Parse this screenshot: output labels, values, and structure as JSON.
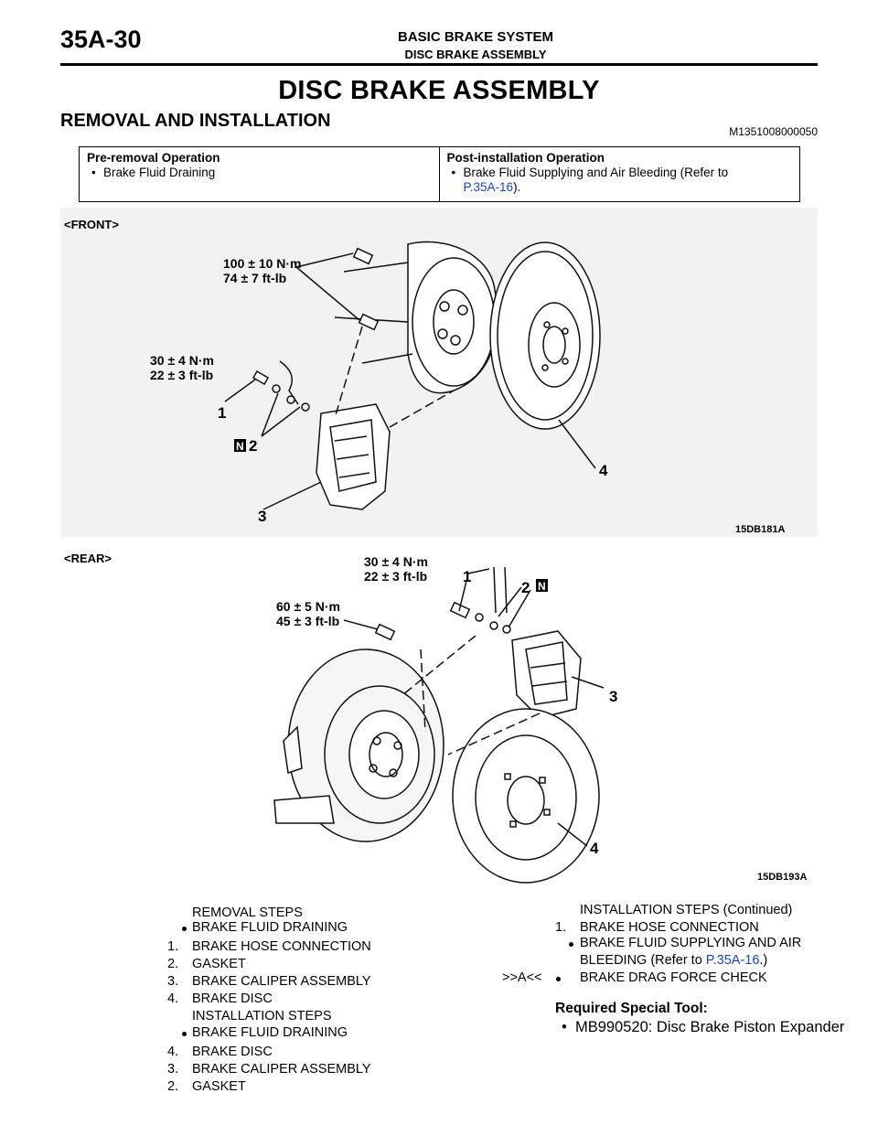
{
  "header": {
    "page_number": "35A-30",
    "system": "BASIC BRAKE SYSTEM",
    "subsection": "DISC BRAKE ASSEMBLY"
  },
  "title": "DISC BRAKE ASSEMBLY",
  "section": {
    "heading": "REMOVAL AND INSTALLATION",
    "code": "M1351008000050"
  },
  "operations": {
    "pre_heading": "Pre-removal Operation",
    "pre_item": "Brake Fluid Draining",
    "post_heading": "Post-installation Operation",
    "post_item_text_line1": "Brake Fluid Supplying and Air Bleeding (Refer to",
    "post_item_link": "P.35A-16",
    "post_item_end": ")."
  },
  "figure_front": {
    "caption": "<FRONT>",
    "torque_a_nm": "100 ± 10 N·m",
    "torque_a_ftlb": "74 ± 7 ft-lb",
    "torque_b_nm": "30 ± 4 N·m",
    "torque_b_ftlb": "22 ± 3 ft-lb",
    "callout_1": "1",
    "callout_2": "2",
    "callout_3": "3",
    "callout_4": "4",
    "n_mark": "N",
    "fig_id": "15DB181A"
  },
  "figure_rear": {
    "caption": "<REAR>",
    "torque_a_nm": "30 ± 4 N·m",
    "torque_a_ftlb": "22 ± 3 ft-lb",
    "torque_b_nm": "60 ± 5 N·m",
    "torque_b_ftlb": "45 ± 3 ft-lb",
    "callout_1": "1",
    "callout_2": "2",
    "callout_3": "3",
    "callout_4": "4",
    "n_mark": "N",
    "fig_id": "15DB193A"
  },
  "removal_steps": {
    "heading": "REMOVAL STEPS",
    "bullet_item": "BRAKE FLUID DRAINING",
    "items": [
      {
        "num": "1.",
        "label": "BRAKE HOSE CONNECTION"
      },
      {
        "num": "2.",
        "label": "GASKET"
      },
      {
        "num": "3.",
        "label": "BRAKE CALIPER ASSEMBLY"
      },
      {
        "num": "4.",
        "label": "BRAKE DISC"
      }
    ]
  },
  "installation_steps": {
    "heading": "INSTALLATION STEPS",
    "bullet_item": "BRAKE FLUID DRAINING",
    "items": [
      {
        "num": "4.",
        "label": "BRAKE DISC"
      },
      {
        "num": "3.",
        "label": "BRAKE CALIPER ASSEMBLY"
      },
      {
        "num": "2.",
        "label": "GASKET"
      }
    ]
  },
  "installation_continued": {
    "heading": "INSTALLATION STEPS (Continued)",
    "item1_num": "1.",
    "item1_label": "BRAKE HOSE CONNECTION",
    "bullet_line1": "BRAKE FLUID SUPPLYING AND AIR",
    "bullet_line2_pre": "BLEEDING (Refer to ",
    "bullet_link": "P.35A-16",
    "bullet_line2_post": ".)",
    "marker": ">>A<<",
    "last_item": "BRAKE DRAG FORCE CHECK"
  },
  "special_tool": {
    "heading": "Required Special Tool:",
    "item": "MB990520: Disc Brake Piston Expander"
  }
}
